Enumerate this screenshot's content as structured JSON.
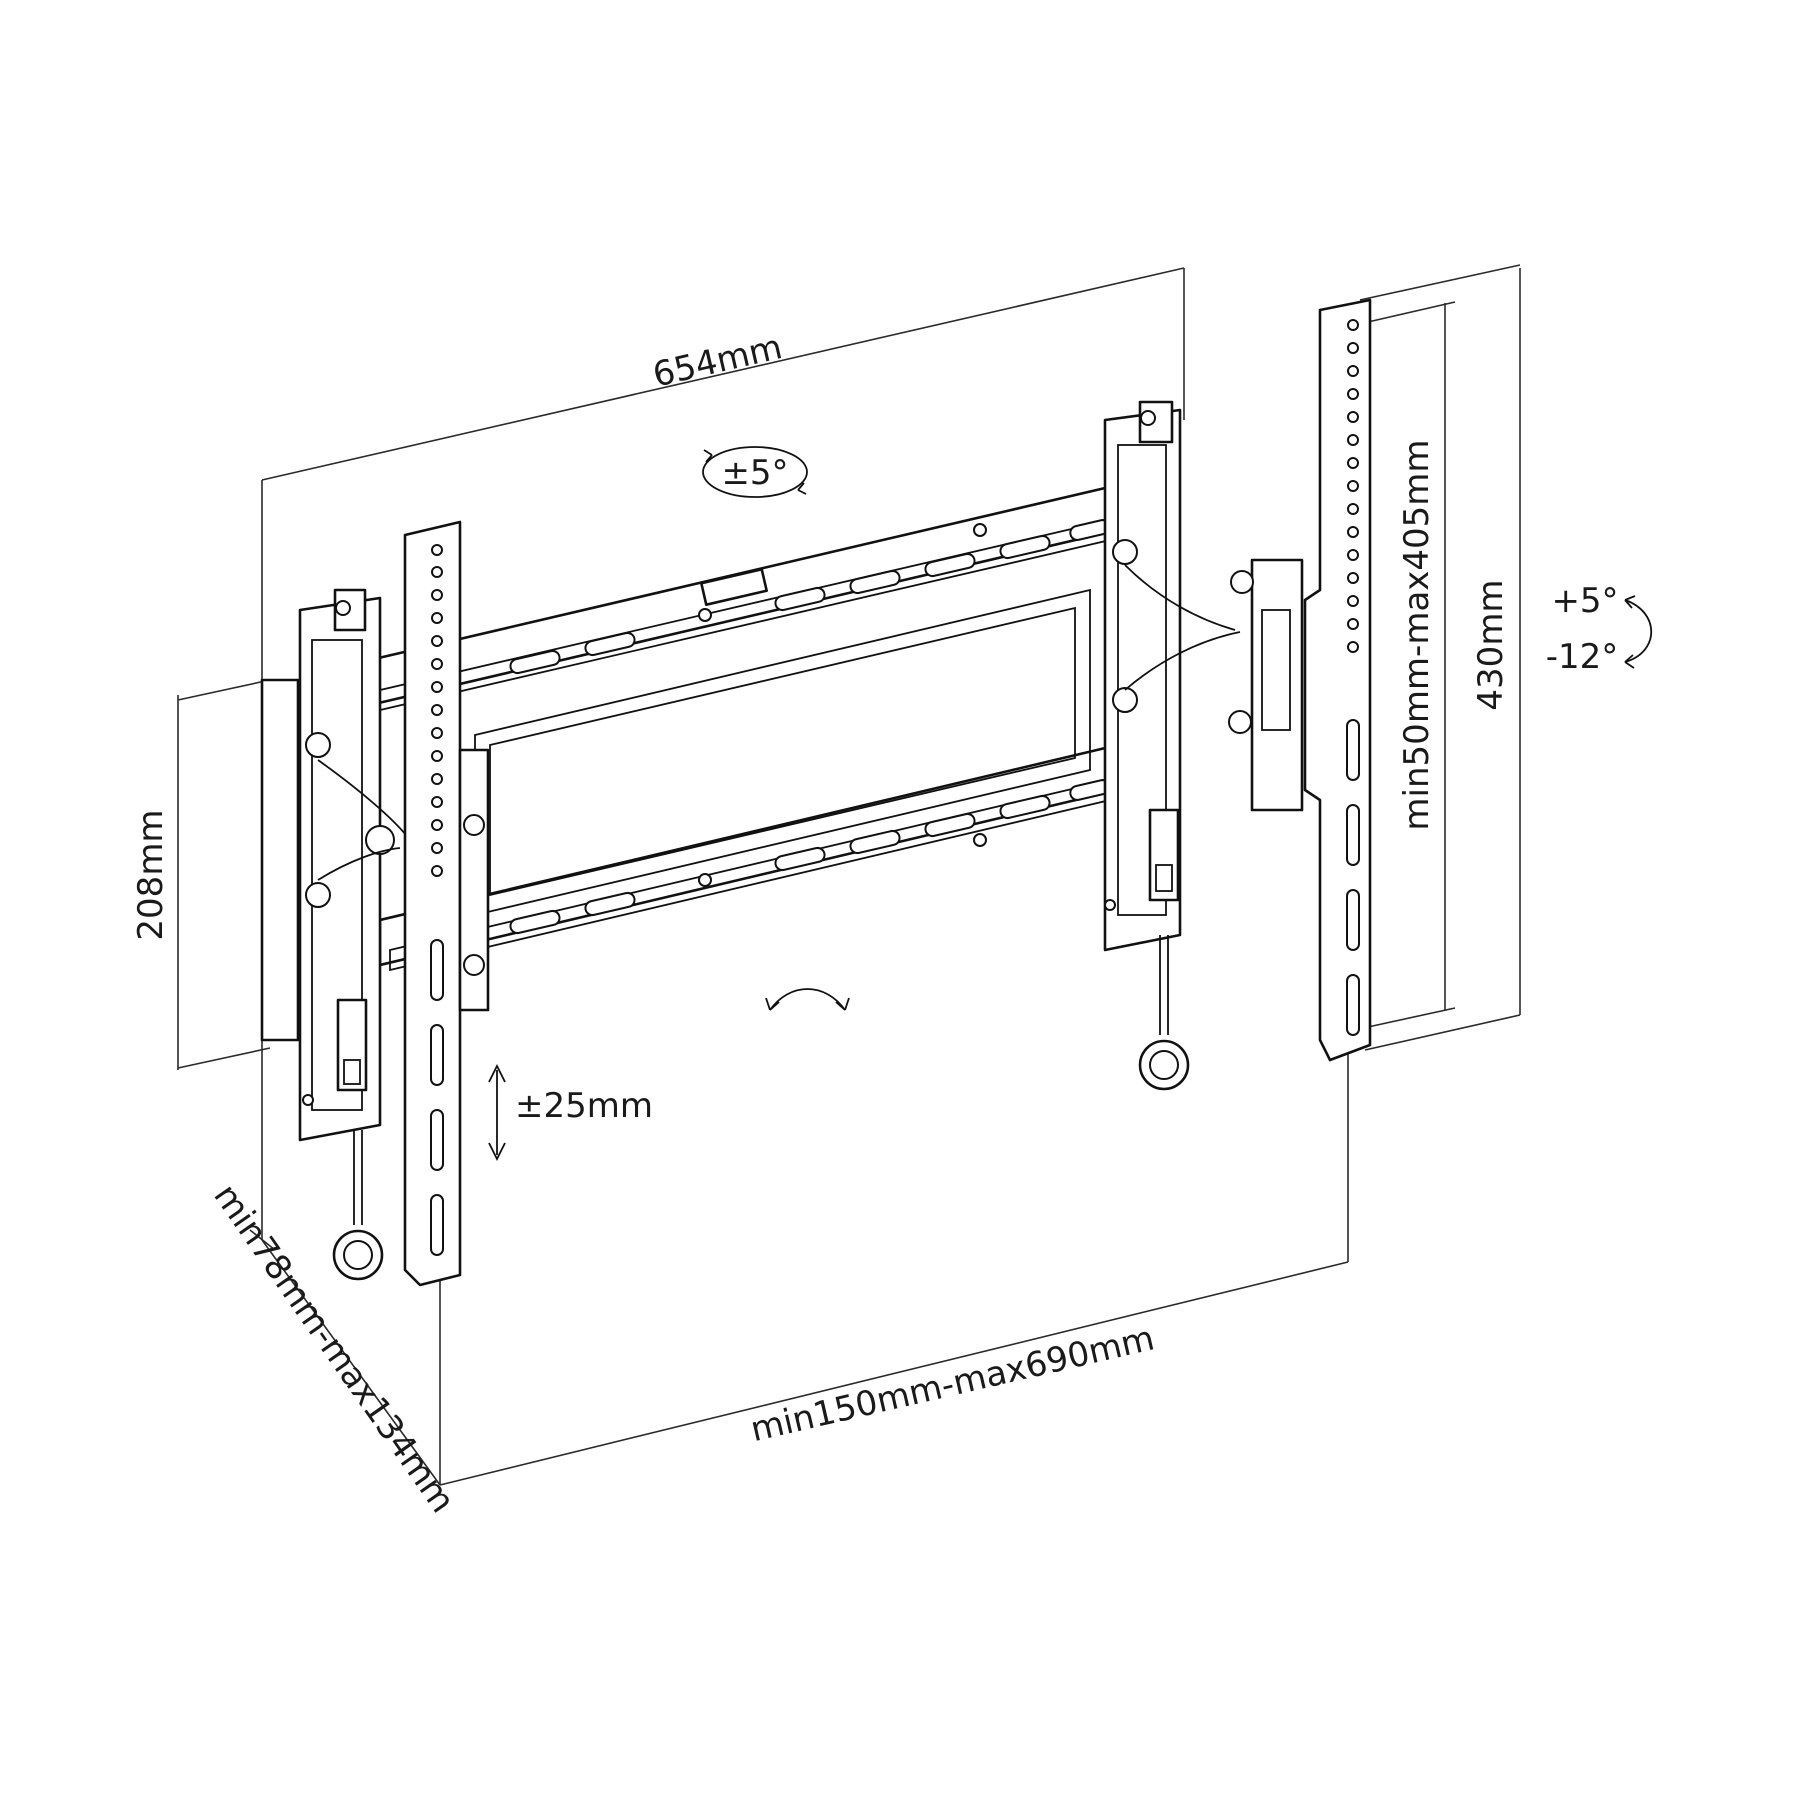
{
  "diagram": {
    "labels": {
      "width_total": "654mm",
      "tilt_top": "±5°",
      "tilt_up": "+5°",
      "tilt_down": "-12°",
      "height_total": "430mm",
      "arm_height": "min50mm-max405mm",
      "bracket_height": "208mm",
      "vertical_adjust": "±25mm",
      "wall_distance": "min78mm-max134mm",
      "width_range": "min150mm-max690mm"
    },
    "colors": {
      "line": "#111111",
      "background": "#ffffff"
    }
  }
}
